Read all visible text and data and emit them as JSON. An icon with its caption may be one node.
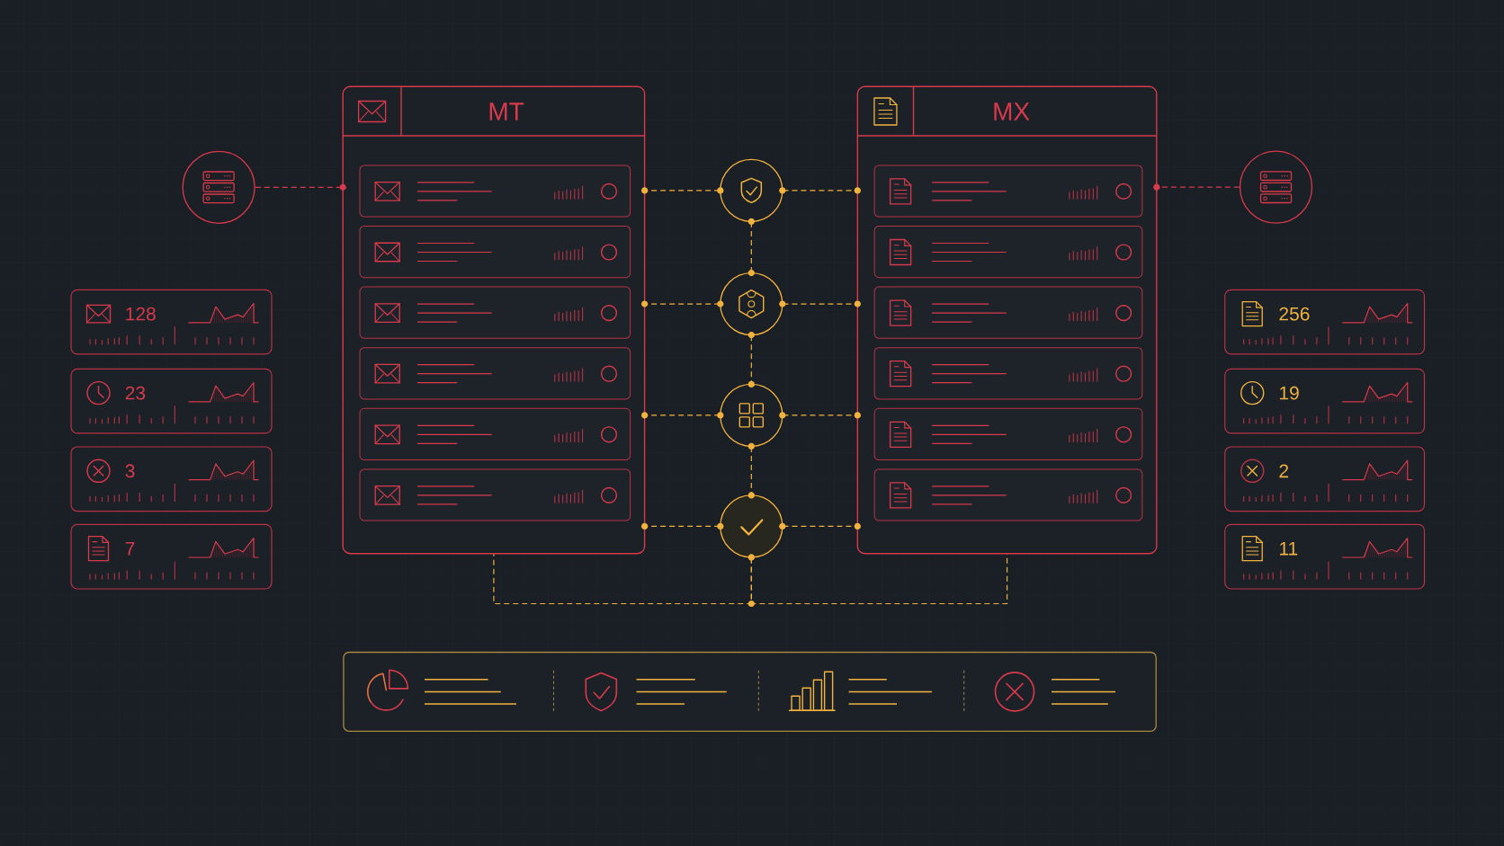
{
  "diagram": {
    "nodes": [
      {
        "text": [],
        "shape": "circle"
      },
      {
        "text": [
          "MT"
        ]
      },
      {
        "text": [],
        "shape": "circle"
      },
      {
        "text": [],
        "shape": "circle"
      },
      {
        "text": [],
        "shape": "circle"
      },
      {
        "text": [],
        "shape": "circle"
      },
      {
        "text": [
          "MX"
        ]
      },
      {
        "text": [],
        "shape": "circle"
      },
      {
        "text": [
          "128"
        ]
      },
      {
        "text": [
          "23"
        ]
      },
      {
        "text": [
          "3"
        ]
      },
      {
        "text": [
          "7"
        ]
      },
      {
        "text": [
          "256"
        ]
      },
      {
        "text": [
          "19"
        ]
      },
      {
        "text": [
          "2"
        ]
      },
      {
        "text": [
          "11"
        ]
      }
    ],
    "edges": [
      {
        "from": 0,
        "to": 1,
        "arrow": "none",
        "style": "dashed",
        "color": "#d83a4b"
      },
      {
        "from": 2,
        "to": 1,
        "arrow": "none",
        "style": "dashed"
      },
      {
        "from": 2,
        "to": 6,
        "arrow": "none",
        "style": "dashed"
      },
      {
        "from": 7,
        "to": 6,
        "arrow": "none",
        "style": "dashed",
        "color": "#d83a4b"
      },
      {
        "from": 2,
        "to": 3,
        "arrow": "none",
        "style": "dashed"
      },
      {
        "from": 3,
        "to": 1,
        "arrow": "none",
        "style": "dashed"
      },
      {
        "from": 3,
        "to": 6,
        "arrow": "none",
        "style": "dashed"
      },
      {
        "from": 3,
        "to": 4,
        "arrow": "none",
        "style": "dashed"
      },
      {
        "from": 4,
        "to": 1,
        "arrow": "none",
        "style": "dashed"
      },
      {
        "from": 4,
        "to": 6,
        "arrow": "none",
        "style": "dashed"
      },
      {
        "from": 4,
        "to": 5,
        "arrow": "none",
        "style": "dashed"
      },
      {
        "from": 5,
        "to": 1,
        "arrow": "none",
        "style": "dashed"
      },
      {
        "from": 5,
        "to": 6,
        "arrow": "none",
        "style": "dashed"
      },
      {
        "from": 5,
        "to": 1,
        "arrow": "none",
        "style": "dashed"
      },
      {
        "from": 5,
        "to": 6,
        "arrow": "none",
        "style": "dashed"
      }
    ]
  }
}
